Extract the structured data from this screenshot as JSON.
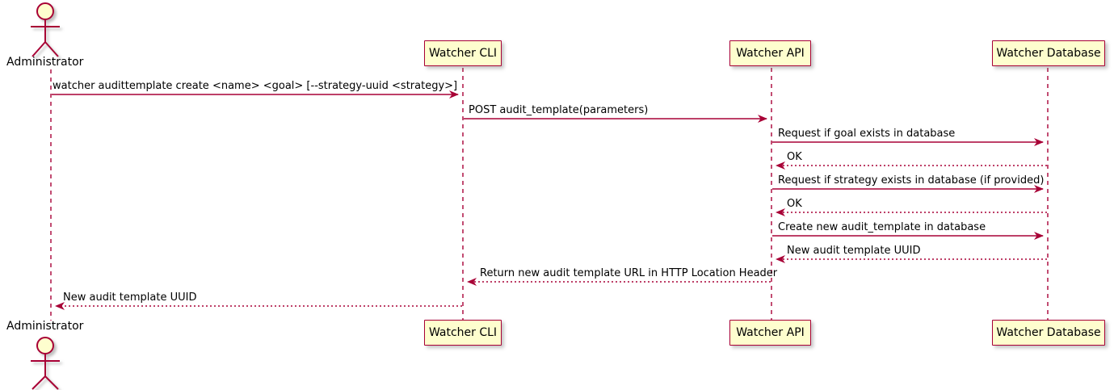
{
  "diagram": {
    "type": "uml-sequence-diagram",
    "title": "",
    "colors": {
      "line": "#A80036",
      "participant_fill": "#FEFECE",
      "participant_border": "#A80036",
      "actor_head_fill": "#FEFECE",
      "text": "#000000",
      "background": "#FFFFFF"
    },
    "actor": {
      "name": "Administrator",
      "label_top": "Administrator",
      "label_bottom": "Administrator"
    },
    "participants": [
      {
        "id": "cli",
        "label": "Watcher CLI"
      },
      {
        "id": "api",
        "label": "Watcher API"
      },
      {
        "id": "db",
        "label": "Watcher Database"
      }
    ],
    "messages": [
      {
        "index": 1,
        "from": "Administrator",
        "to": "Watcher CLI",
        "text": "watcher audittemplate create <name> <goal> [--strategy-uuid <strategy>]",
        "style": "solid",
        "direction": "right"
      },
      {
        "index": 2,
        "from": "Watcher CLI",
        "to": "Watcher API",
        "text": "POST audit_template(parameters)",
        "style": "solid",
        "direction": "right"
      },
      {
        "index": 3,
        "from": "Watcher API",
        "to": "Watcher Database",
        "text": "Request if goal exists in database",
        "style": "solid",
        "direction": "right"
      },
      {
        "index": 4,
        "from": "Watcher Database",
        "to": "Watcher API",
        "text": "OK",
        "style": "dashed",
        "direction": "left"
      },
      {
        "index": 5,
        "from": "Watcher API",
        "to": "Watcher Database",
        "text": "Request if strategy exists in database (if provided)",
        "style": "solid",
        "direction": "right"
      },
      {
        "index": 6,
        "from": "Watcher Database",
        "to": "Watcher API",
        "text": "OK",
        "style": "dashed",
        "direction": "left"
      },
      {
        "index": 7,
        "from": "Watcher API",
        "to": "Watcher Database",
        "text": "Create new audit_template in database",
        "style": "solid",
        "direction": "right"
      },
      {
        "index": 8,
        "from": "Watcher Database",
        "to": "Watcher API",
        "text": "New audit template UUID",
        "style": "dashed",
        "direction": "left"
      },
      {
        "index": 9,
        "from": "Watcher API",
        "to": "Watcher CLI",
        "text": "Return new audit template URL in HTTP Location Header",
        "style": "dashed",
        "direction": "left"
      },
      {
        "index": 10,
        "from": "Watcher CLI",
        "to": "Administrator",
        "text": "New audit template UUID",
        "style": "dashed",
        "direction": "left"
      }
    ]
  }
}
